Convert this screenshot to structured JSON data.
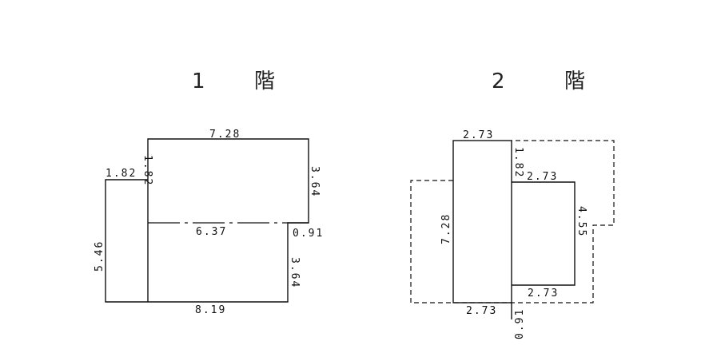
{
  "floor1": {
    "number": "1",
    "label": "階",
    "dims": {
      "top": "7.28",
      "left_upper": "1.82",
      "left_ledge": "1.82",
      "right_upper": "3.64",
      "middle": "6.37",
      "step": "0.91",
      "left": "5.46",
      "right_lower": "3.64",
      "bottom": "8.19"
    }
  },
  "floor2": {
    "number": "2",
    "label": "階",
    "dims": {
      "top": "2.73",
      "right_upper": "1.82",
      "wing_top": "2.73",
      "left": "7.28",
      "wing_right": "4.55",
      "wing_bottom": "2.73",
      "bottom": "2.73",
      "bottom_offset": "0.91"
    }
  }
}
